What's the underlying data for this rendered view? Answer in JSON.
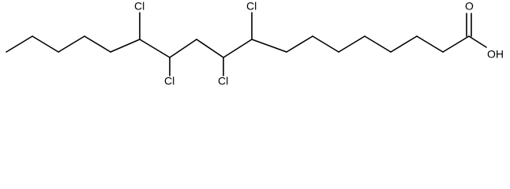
{
  "molecule": {
    "background": "#ffffff",
    "bond_color": "#000000",
    "label_color": "#000000",
    "atoms": {
      "cl_c9": "Cl",
      "cl_c10": "Cl",
      "cl_c12": "Cl",
      "cl_c13": "Cl",
      "carbonyl_o": "O",
      "hydroxyl": "OH"
    }
  }
}
